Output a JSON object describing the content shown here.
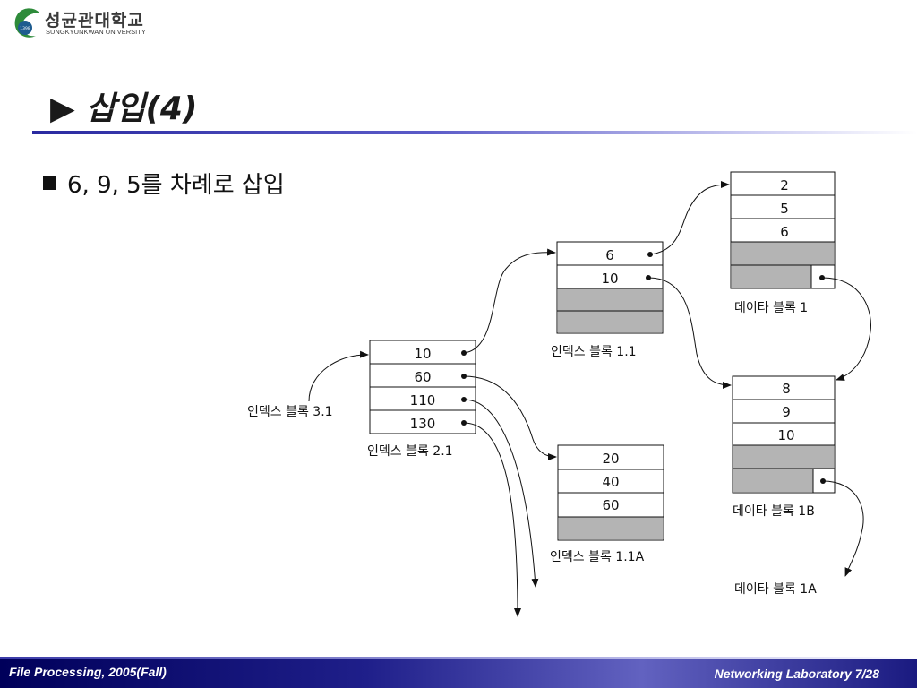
{
  "header": {
    "logo_ko": "성균관대학교",
    "logo_en": "SUNGKYUNKWAN UNIVERSITY",
    "logo_year": "1398"
  },
  "slide": {
    "title": "▶ 삽입(4)",
    "bullet": "6, 9, 5를 차례로 삽입"
  },
  "diagram": {
    "index_3_1": {
      "label": "인덱스 블록 3.1"
    },
    "index_2_1": {
      "label": "인덱스 블록 2.1",
      "keys": [
        "10",
        "60",
        "110",
        "130"
      ]
    },
    "index_1_1": {
      "label": "인덱스 블록 1.1",
      "keys": [
        "6",
        "10",
        "",
        ""
      ]
    },
    "index_1_1A": {
      "label": "인덱스 블록 1.1A",
      "keys": [
        "20",
        "40",
        "60",
        ""
      ]
    },
    "data_1": {
      "label": "데이타 블록 1",
      "keys": [
        "2",
        "5",
        "6",
        "",
        ""
      ]
    },
    "data_1B": {
      "label": "데이타 블록 1B",
      "keys": [
        "8",
        "9",
        "10",
        "",
        ""
      ]
    },
    "data_1A": {
      "label": "데이타 블록 1A"
    }
  },
  "footer": {
    "left": "File Processing, 2005(Fall)",
    "right": "Networking Laboratory  7/28"
  },
  "colors": {
    "accent": "#2a2aa0",
    "footer_bg": "#1f1f8a",
    "cell_empty": "#b4b4b4",
    "logo_green": "#2e8b3a"
  }
}
